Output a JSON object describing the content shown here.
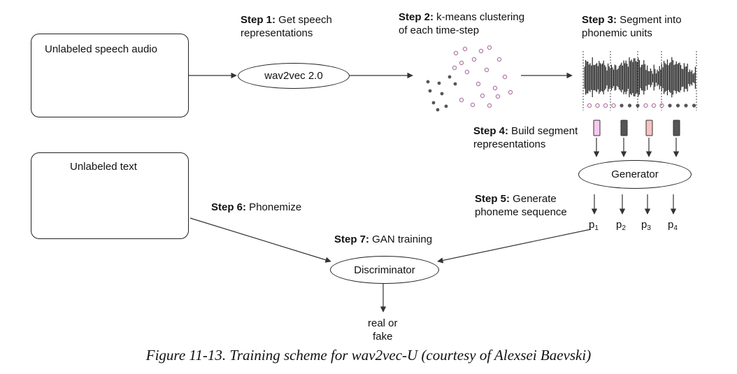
{
  "boxes": {
    "speech_audio": "Unlabeled speech audio",
    "text": "Unlabeled text"
  },
  "nodes": {
    "wav2vec": "wav2vec 2.0",
    "generator": "Generator",
    "discriminator": "Discriminator",
    "output_line1": "real or",
    "output_line2": "fake"
  },
  "steps": {
    "s1_bold": "Step 1:",
    "s1_a": " Get speech",
    "s1_b": "representations",
    "s2_bold": "Step 2:",
    "s2_a": " k-means clustering",
    "s2_b": "of each time-step",
    "s3_bold": "Step 3:",
    "s3_a": " Segment into",
    "s3_b": "phonemic units",
    "s4_bold": "Step 4:",
    "s4_a": " Build segment",
    "s4_b": "representations",
    "s5_bold": "Step 5:",
    "s5_a": " Generate",
    "s5_b": "phoneme sequence",
    "s6_bold": "Step 6:",
    "s6_a": " Phonemize",
    "s7_bold": "Step 7:",
    "s7_a": " GAN training"
  },
  "phonemes": [
    {
      "base": "p",
      "sub": "1"
    },
    {
      "base": "p",
      "sub": "2"
    },
    {
      "base": "p",
      "sub": "3"
    },
    {
      "base": "p",
      "sub": "4"
    }
  ],
  "colors": {
    "segment_pink": "#f6c9ef",
    "segment_gray": "#555555",
    "segment_salmon": "#f7c2c2",
    "cluster_light": "#b57aa8",
    "cluster_dark": "#555555"
  },
  "caption": "Figure 11-13. Training scheme for wav2vec-U (courtesy of Alexsei Baevski)"
}
